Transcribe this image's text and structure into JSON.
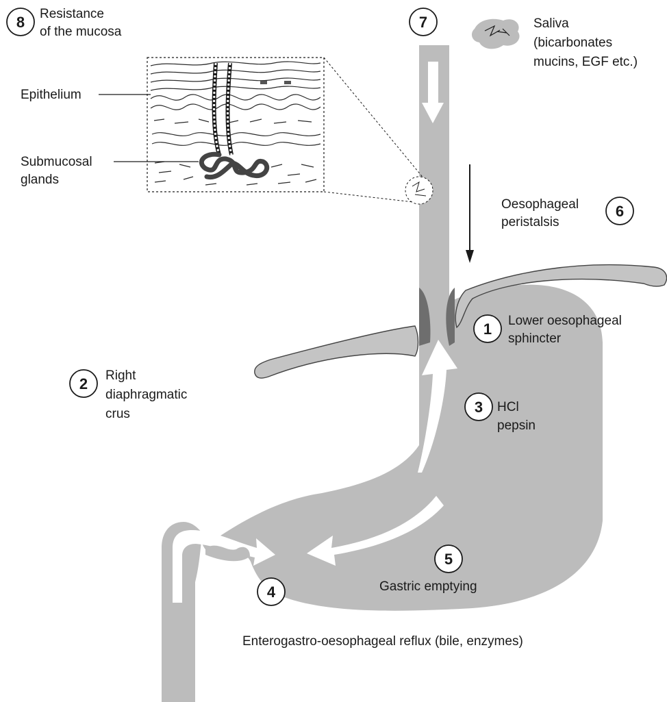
{
  "labels": {
    "mucosa_resistance": [
      "Resistance",
      "of the mucosa"
    ],
    "epithelium": "Epithelium",
    "submucosal_glands": [
      "Submucosal",
      "glands"
    ],
    "saliva": [
      "Saliva",
      "(bicarbonates",
      "mucins, EGF etc.)"
    ],
    "peristalsis": [
      "Oesophageal",
      "peristalsis"
    ],
    "sphincter": [
      "Lower oesophageal",
      "sphincter"
    ],
    "crus": [
      "Right",
      "diaphragmatic",
      "crus"
    ],
    "acid": [
      "HCl",
      "pepsin"
    ],
    "gastric_emptying": "Gastric emptying",
    "reflux": "Enterogastro-oesophageal reflux (bile, enzymes)"
  },
  "numbers": {
    "n1": "1",
    "n2": "2",
    "n3": "3",
    "n4": "4",
    "n5": "5",
    "n6": "6",
    "n7": "7",
    "n8": "8"
  },
  "colors": {
    "organ": "#bcbcbc",
    "sphincter": "#6e6e6e",
    "outline": "#1a1a1a",
    "flow_arrow": "#ffffff"
  }
}
